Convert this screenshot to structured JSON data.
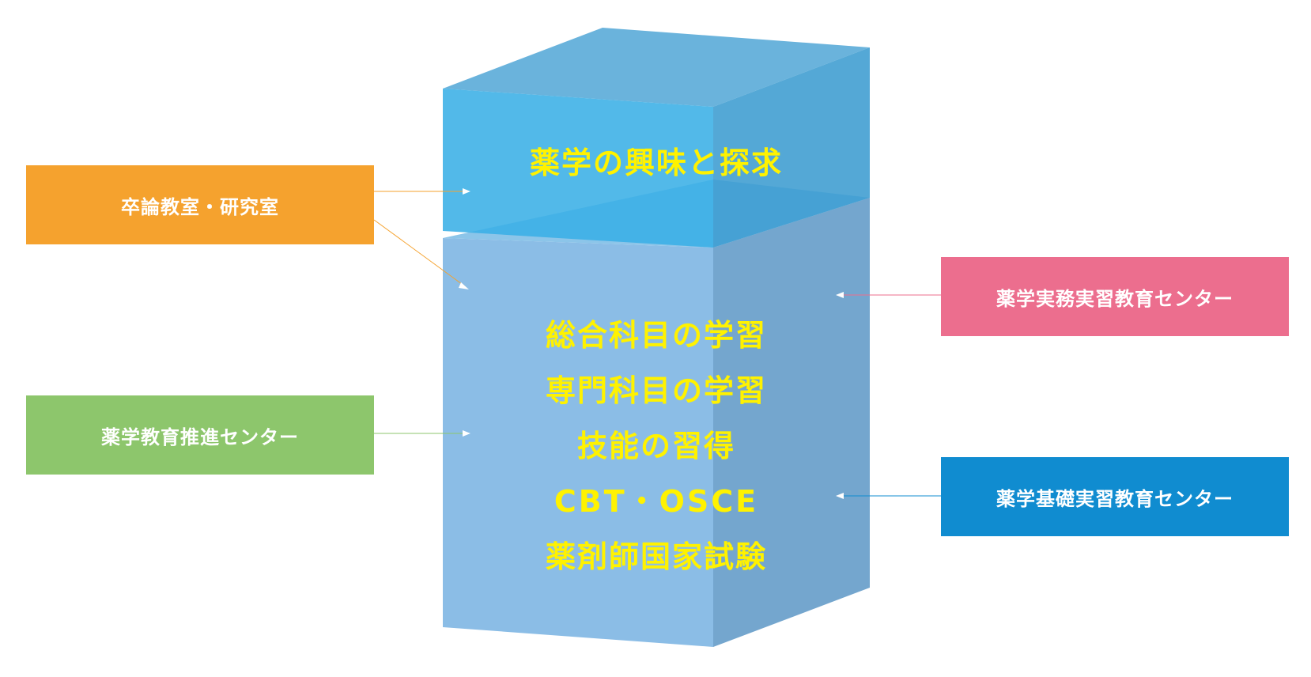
{
  "top_block": {
    "label": "薬学の興味と探求"
  },
  "main_block": {
    "items": [
      "総合科目の学習",
      "専門科目の学習",
      "技能の習得",
      "CBT・OSCE",
      "薬剤師国家試験"
    ]
  },
  "left_boxes": [
    {
      "label": "卒論教室・研究室"
    },
    {
      "label": "薬学教育推進センター"
    }
  ],
  "right_boxes": [
    {
      "label": "薬学実務実習教育センター"
    },
    {
      "label": "薬学基礎実習教育センター"
    }
  ],
  "colors": {
    "orange": "#F5A22E",
    "green": "#8DC66C",
    "pink": "#EC6E8E",
    "blue": "#108CD0",
    "text_yellow": "#FFF200",
    "top_front": "#4FB8E8",
    "main_front": "#8BBDE6"
  }
}
